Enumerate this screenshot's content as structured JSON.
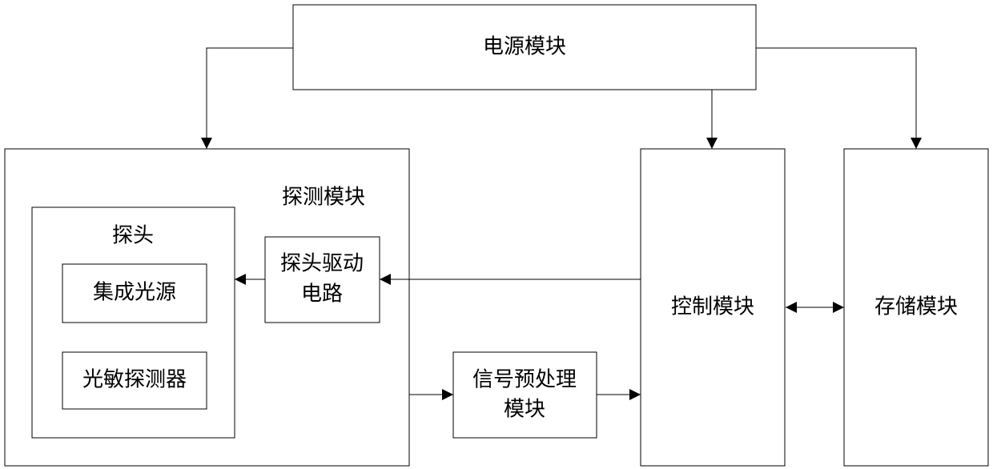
{
  "colors": {
    "line": "#000000",
    "box_fill": "#ffffff",
    "background": "#ffffff"
  },
  "nodes": {
    "power": {
      "label": "电源模块"
    },
    "detect": {
      "label": "探测模块"
    },
    "probe": {
      "label": "探头"
    },
    "light_source": {
      "label": "集成光源"
    },
    "photodetector": {
      "label": "光敏探测器"
    },
    "probe_driver": {
      "line1": "探头驱动",
      "line2": "电路"
    },
    "signal_pre": {
      "line1": "信号预处理",
      "line2": "模块"
    },
    "control": {
      "label": "控制模块"
    },
    "storage": {
      "label": "存储模块"
    }
  },
  "edges": [
    {
      "from": "power",
      "to": "detect",
      "direction": "forward"
    },
    {
      "from": "power",
      "to": "control",
      "direction": "forward"
    },
    {
      "from": "power",
      "to": "storage",
      "direction": "forward"
    },
    {
      "from": "control",
      "to": "probe_driver",
      "direction": "forward"
    },
    {
      "from": "probe_driver",
      "to": "probe",
      "direction": "forward"
    },
    {
      "from": "detect",
      "to": "signal_pre",
      "direction": "forward"
    },
    {
      "from": "signal_pre",
      "to": "control",
      "direction": "forward"
    },
    {
      "from": "control",
      "to": "storage",
      "direction": "bidirectional"
    }
  ]
}
